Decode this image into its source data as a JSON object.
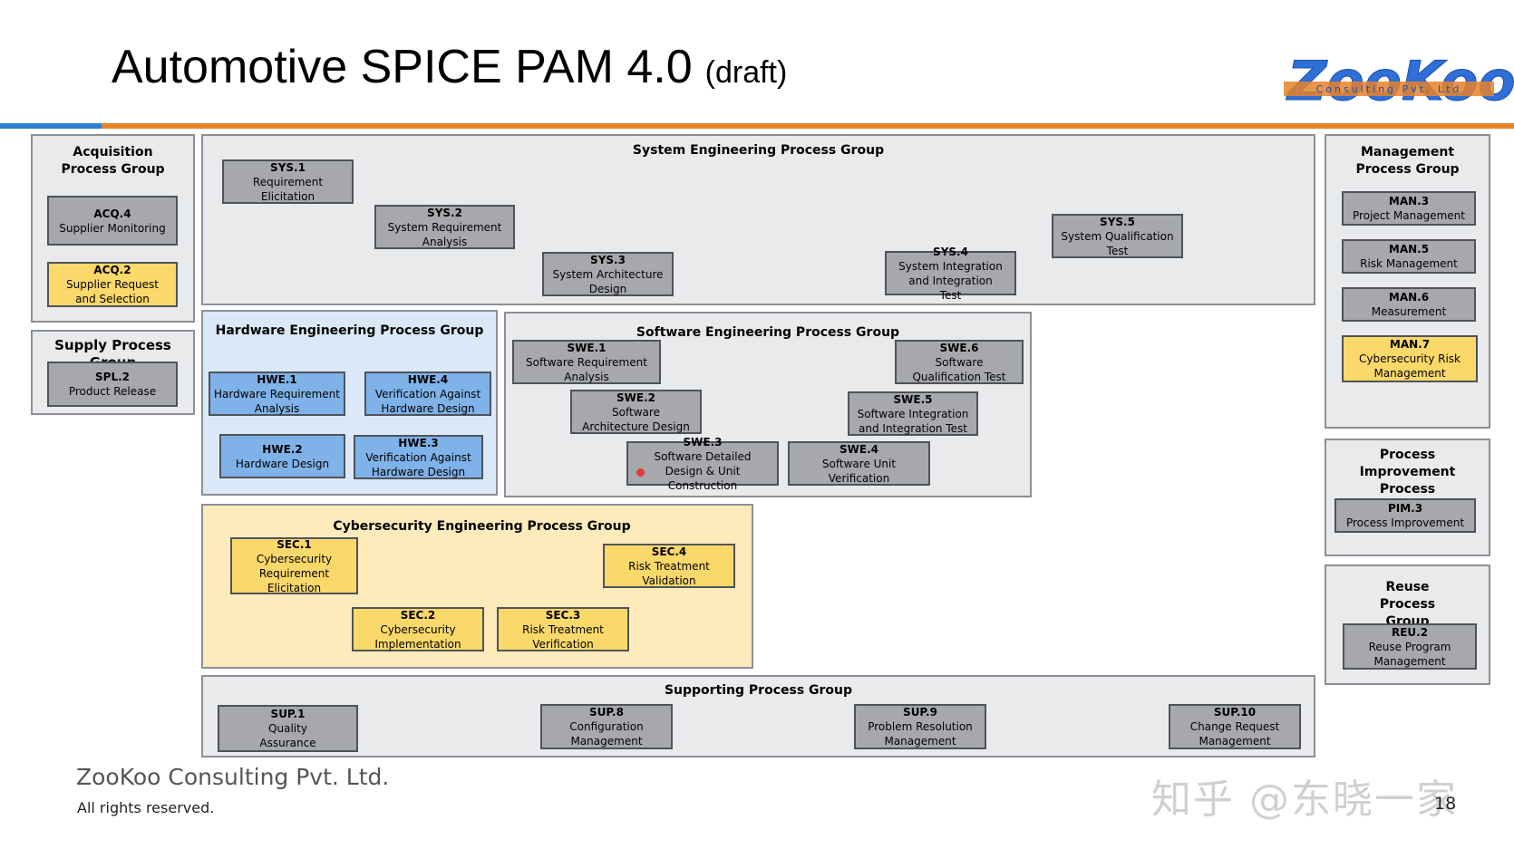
{
  "slide": {
    "title": "Automotive SPICE PAM 4.0",
    "title_suffix": "(draft)",
    "logo_text": "ZooKoo",
    "logo_subtext": "Consulting Pvt. Ltd",
    "footer_company": "ZooKoo Consulting Pvt. Ltd.",
    "footer_rights": "All rights reserved.",
    "watermark": "知乎 @东晓一家",
    "page_number": "18"
  },
  "colors": {
    "accent_orange": "#e8822a",
    "accent_blue": "#2f7fd0",
    "process_grey": "#a6a8ac",
    "process_blue": "#7fb2e8",
    "process_yellow": "#fbd86a"
  },
  "groups": {
    "acquisition": {
      "title": "Acquisition Process Group"
    },
    "supply": {
      "title": "Supply Process Group"
    },
    "system": {
      "title": "System Engineering Process Group"
    },
    "hardware": {
      "title": "Hardware Engineering Process Group"
    },
    "software": {
      "title": "Software Engineering Process Group"
    },
    "cybersecurity": {
      "title": "Cybersecurity Engineering Process Group"
    },
    "supporting": {
      "title": "Supporting Process Group"
    },
    "management": {
      "title": "Management Process Group"
    },
    "improvement": {
      "title": "Process Improvement Process Group"
    },
    "reuse": {
      "title": "Reuse Process Group"
    }
  },
  "processes": {
    "acq4": {
      "id": "ACQ.4",
      "name": "Supplier Monitoring"
    },
    "acq2": {
      "id": "ACQ.2",
      "name": "Supplier Request and Selection"
    },
    "spl2": {
      "id": "SPL.2",
      "name": "Product Release"
    },
    "sys1": {
      "id": "SYS.1",
      "name": "Requirement Elicitation"
    },
    "sys2": {
      "id": "SYS.2",
      "name": "System Requirement Analysis"
    },
    "sys3": {
      "id": "SYS.3",
      "name": "System Architecture Design"
    },
    "sys4": {
      "id": "SYS.4",
      "name": "System Integration and Integration Test"
    },
    "sys5": {
      "id": "SYS.5",
      "name": "System Qualification Test"
    },
    "hwe1": {
      "id": "HWE.1",
      "name": "Hardware Requirement Analysis"
    },
    "hwe4": {
      "id": "HWE.4",
      "name": "Verification Against Hardware Design"
    },
    "hwe2": {
      "id": "HWE.2",
      "name": "Hardware Design"
    },
    "hwe3": {
      "id": "HWE.3",
      "name": "Verification Against Hardware Design"
    },
    "swe1": {
      "id": "SWE.1",
      "name": "Software Requirement Analysis"
    },
    "swe2": {
      "id": "SWE.2",
      "name": "Software Architecture Design"
    },
    "swe3": {
      "id": "SWE.3",
      "name": "Software Detailed Design & Unit Construction"
    },
    "swe4": {
      "id": "SWE.4",
      "name": "Software Unit Verification"
    },
    "swe5": {
      "id": "SWE.5",
      "name": "Software Integration and Integration Test"
    },
    "swe6": {
      "id": "SWE.6",
      "name": "Software Qualification Test"
    },
    "sec1": {
      "id": "SEC.1",
      "name": "Cybersecurity Requirement Elicitation"
    },
    "sec2": {
      "id": "SEC.2",
      "name": "Cybersecurity Implementation"
    },
    "sec3": {
      "id": "SEC.3",
      "name": "Risk Treatment Verification"
    },
    "sec4": {
      "id": "SEC.4",
      "name": "Risk Treatment Validation"
    },
    "sup1": {
      "id": "SUP.1",
      "name": "Quality Assurance"
    },
    "sup8": {
      "id": "SUP.8",
      "name": "Configuration Management"
    },
    "sup9": {
      "id": "SUP.9",
      "name": "Problem Resolution Management"
    },
    "sup10": {
      "id": "SUP.10",
      "name": "Change Request Management"
    },
    "man3": {
      "id": "MAN.3",
      "name": "Project Management"
    },
    "man5": {
      "id": "MAN.5",
      "name": "Risk Management"
    },
    "man6": {
      "id": "MAN.6",
      "name": "Measurement"
    },
    "man7": {
      "id": "MAN.7",
      "name": "Cybersecurity Risk Management"
    },
    "pim3": {
      "id": "PIM.3",
      "name": "Process Improvement"
    },
    "reu2": {
      "id": "REU.2",
      "name": "Reuse Program Management"
    }
  }
}
